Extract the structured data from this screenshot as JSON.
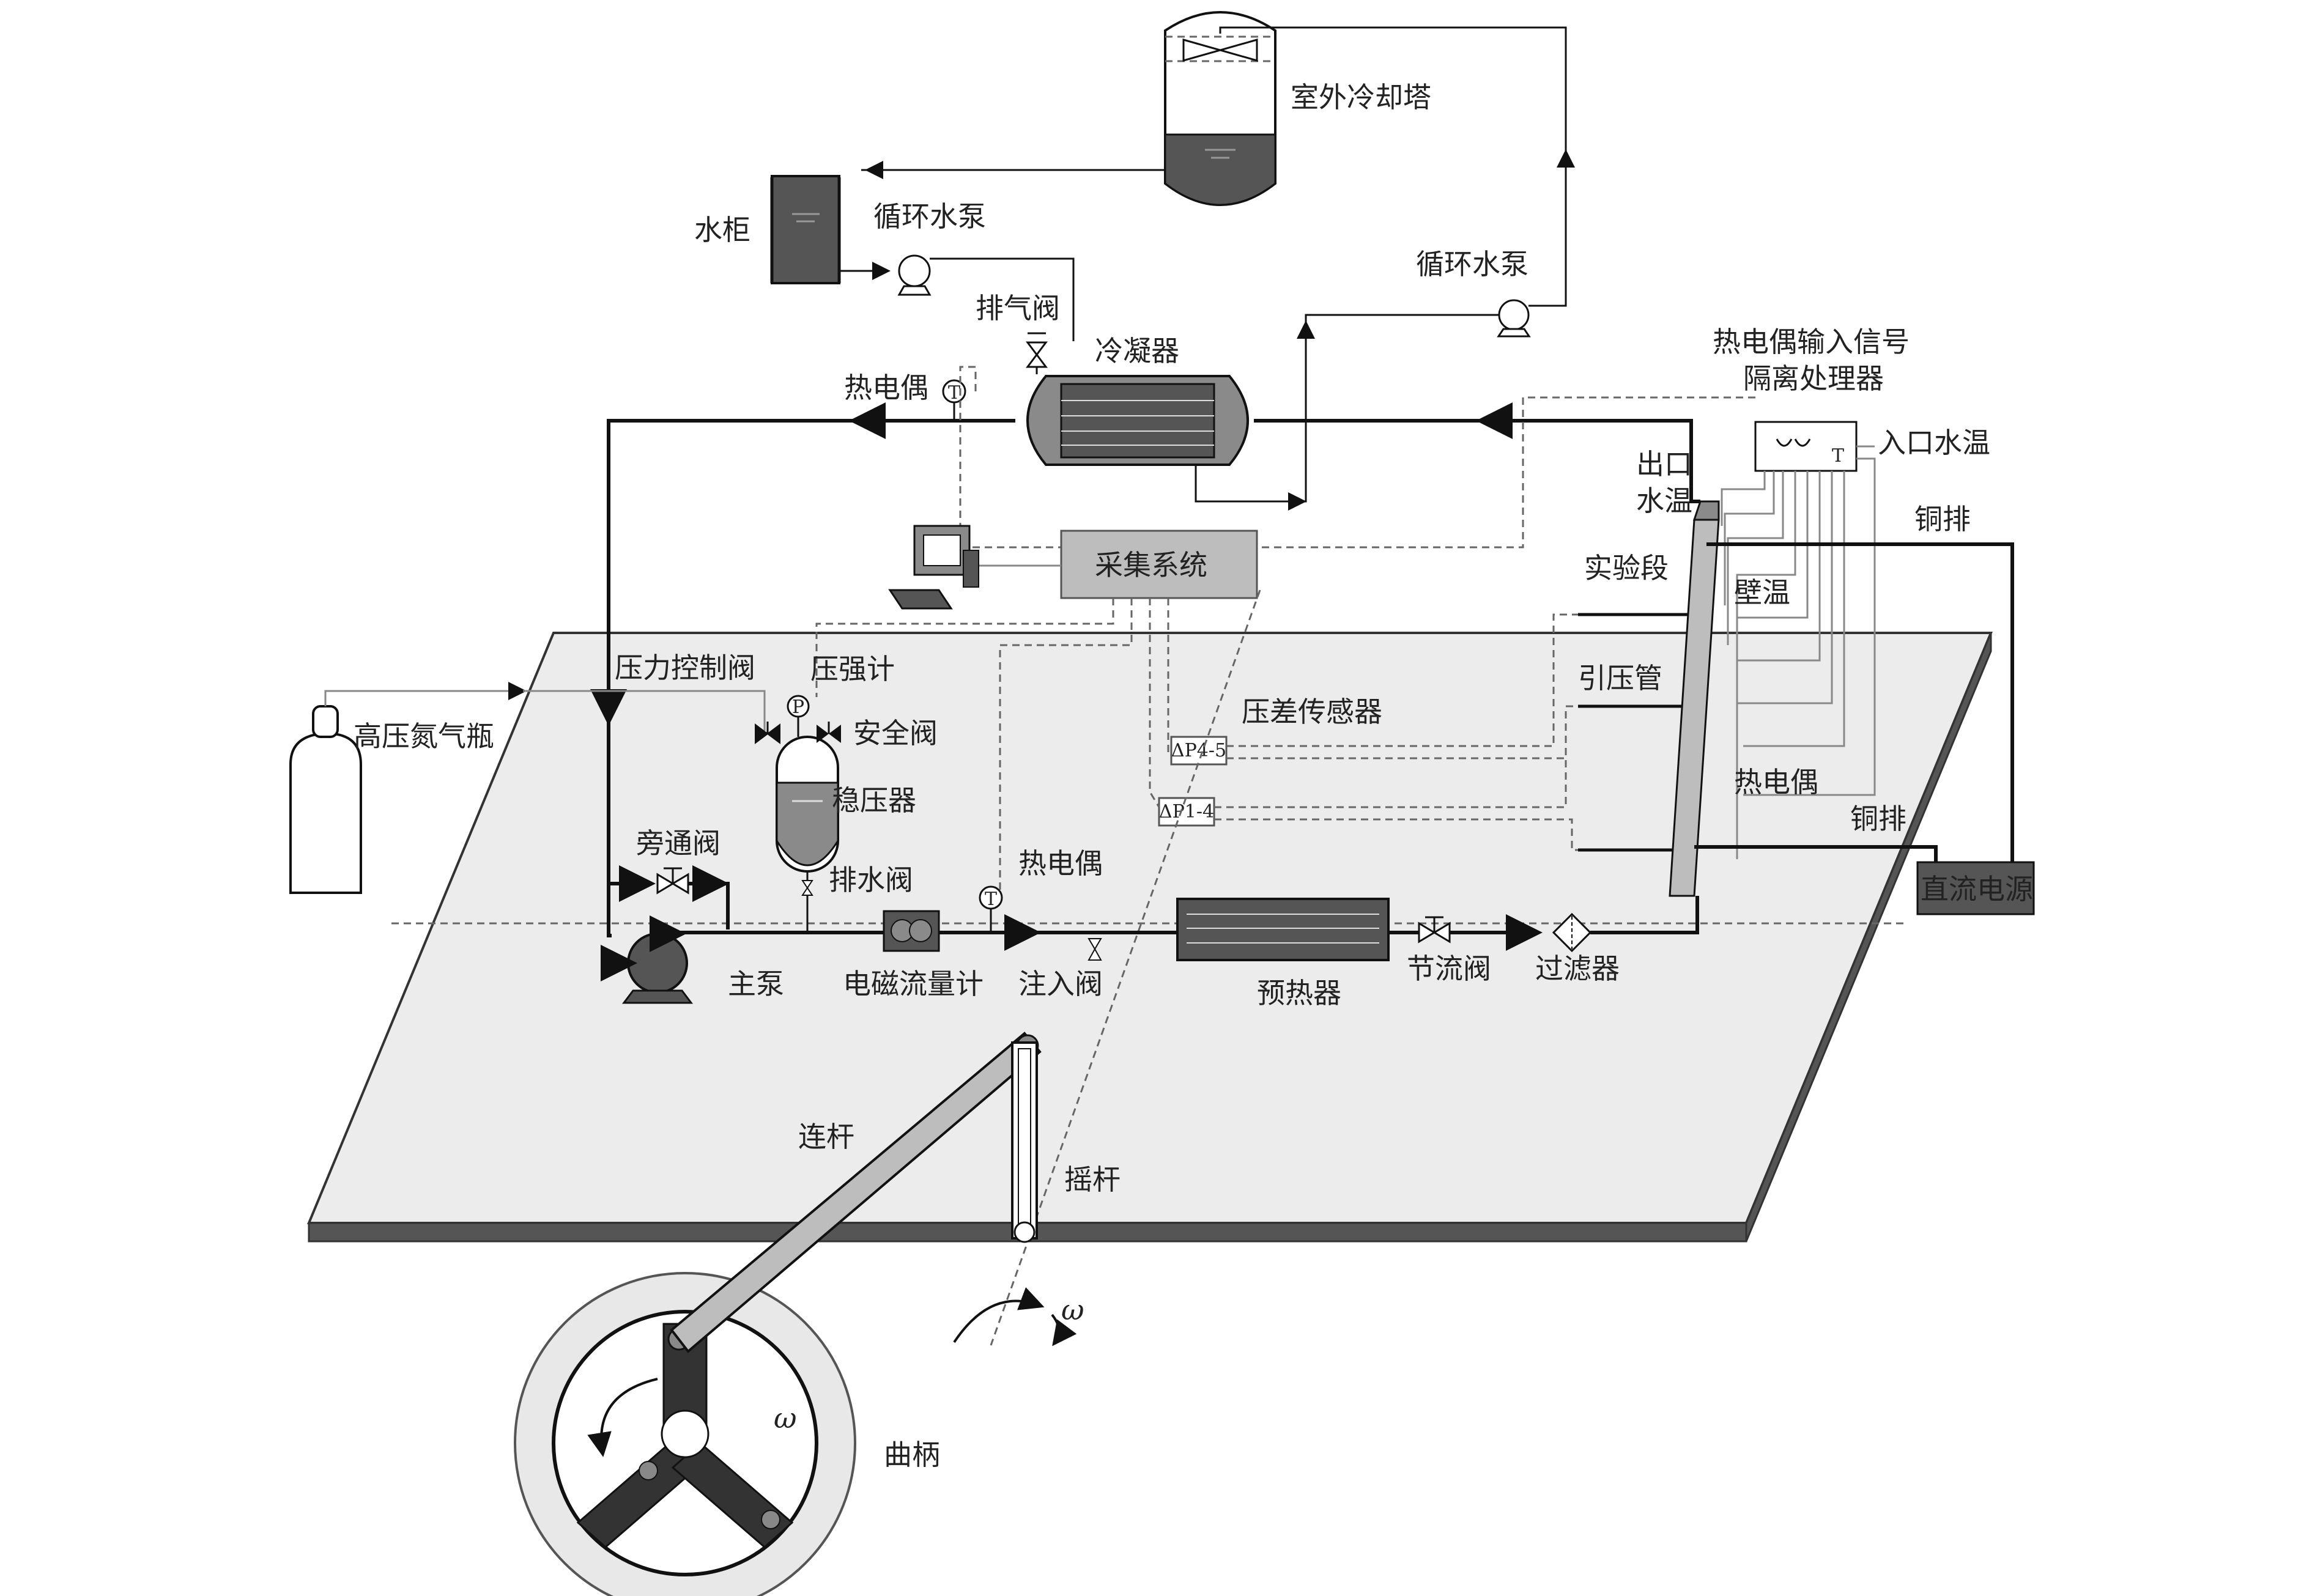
{
  "labels": {
    "cooling_tower": "室外冷却塔",
    "water_tank": "水柜",
    "pump_upper_left": "循环水泵",
    "pump_upper_right": "循环水泵",
    "vent_valve": "排气阀",
    "condenser": "冷凝器",
    "thermocouple_top": "热电偶",
    "isolator_line1": "热电偶输入信号",
    "isolator_line2": "隔离处理器",
    "isolator_symbol": "T",
    "inlet_water_temp": "入口水温",
    "outlet_line1": "出口",
    "outlet_line2": "水温",
    "copper_bar_top": "铜排",
    "test_section": "实验段",
    "wall_temp": "壁温",
    "acquisition": "采集系统",
    "pressure_control_valve": "压力控制阀",
    "pressure_gauge": "压强计",
    "safety_valve": "安全阀",
    "gauge_symbol": "P",
    "thermo_symbol": "T",
    "nitrogen": "高压氮气瓶",
    "pressurizer": "稳压器",
    "diff_sensor": "压差传感器",
    "dp45": "ΔP4-5",
    "dp14": "ΔP1-4",
    "impulse_tube": "引压管",
    "thermocouple_right": "热电偶",
    "copper_bar_bottom": "铜排",
    "dc_power": "直流电源",
    "bypass_valve": "旁通阀",
    "drain_valve": "排水阀",
    "thermocouple_mid": "热电偶",
    "main_pump": "主泵",
    "flowmeter": "电磁流量计",
    "injection_valve": "注入阀",
    "preheater": "预热器",
    "throttle_valve": "节流阀",
    "filter": "过滤器",
    "connecting_rod": "连杆",
    "rocker": "摇杆",
    "omega_rocker": "ω",
    "omega_crank": "ω",
    "crank": "曲柄"
  },
  "colors": {
    "platform_fill": "#ececec",
    "platform_edge": "#555555",
    "dark_fill": "#555555",
    "mid_fill": "#8a8a8a",
    "light_fill": "#bdbdbd"
  }
}
